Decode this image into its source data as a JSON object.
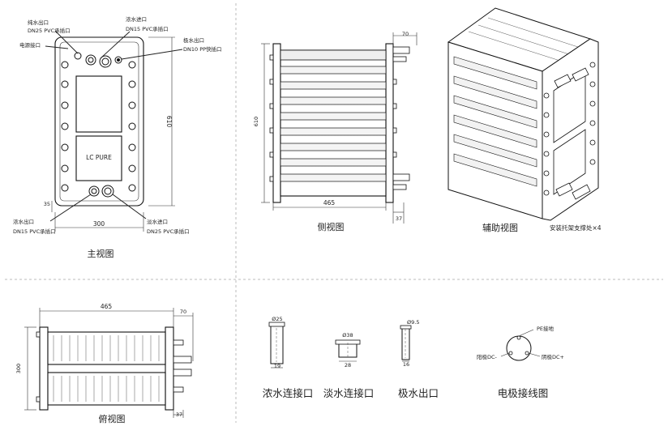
{
  "front_view": {
    "labels": {
      "pure_outlet": "纯水出口",
      "pure_outlet_spec": "DN25 PVC承插口",
      "power_connector": "电源接口",
      "conc_inlet": "浓水进口",
      "conc_inlet_spec": "DN15 PVC承插口",
      "electrode_outlet": "极水出口",
      "electrode_outlet_spec": "DN10 PP快插口",
      "conc_outlet": "浓水出口",
      "conc_outlet_spec": "DN15 PVC承插口",
      "dilute_inlet": "淡水进口",
      "dilute_inlet_spec": "DN25 PVC承插口",
      "brand": "LC PURE"
    },
    "dims": {
      "width": "300",
      "height": "610",
      "bottom": "35"
    },
    "caption": "主视图"
  },
  "side_view": {
    "dims": {
      "top": "70",
      "height": "610",
      "width": "465",
      "bottom": "37"
    },
    "caption": "侧视图"
  },
  "aux_view": {
    "caption": "辅助视图",
    "note": "安装托架支撑处×4"
  },
  "top_view": {
    "dims": {
      "width": "465",
      "right": "70",
      "height": "300",
      "bottom": "37"
    },
    "caption": "俯视图"
  },
  "connectors": [
    {
      "dim_top": "Ø25",
      "dim_bottom": "19",
      "caption": "浓水连接口"
    },
    {
      "dim_top": "Ø38",
      "dim_bottom": "28",
      "caption": "淡水连接口"
    },
    {
      "dim_top": "Ø9.5",
      "dim_bottom": "16",
      "caption": "极水出口"
    }
  ],
  "plug": {
    "pe": "PE接地",
    "anode": "阳极DC-",
    "cathode": "阴极DC+",
    "caption": "电极接线图"
  }
}
